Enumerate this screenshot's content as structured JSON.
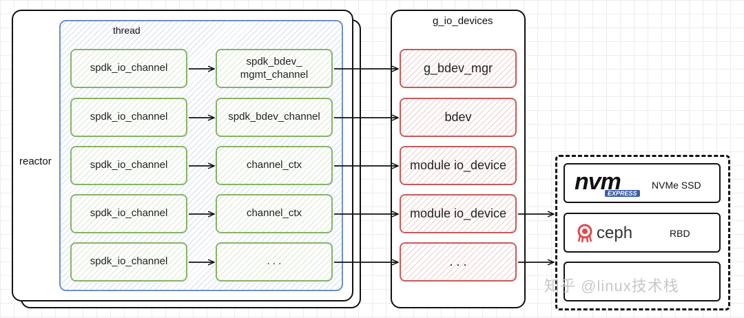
{
  "reactor": {
    "label": "reactor"
  },
  "thread": {
    "label": "thread"
  },
  "io_channels": [
    "spdk_io_channel",
    "spdk_io_channel",
    "spdk_io_channel",
    "spdk_io_channel",
    "spdk_io_channel"
  ],
  "channels": [
    "spdk_bdev_\nmgmt_channel",
    "spdk_bdev_channel",
    "channel_ctx",
    "channel_ctx",
    ". . ."
  ],
  "g_io_devices": {
    "label": "g_io_devices",
    "items": [
      "g_bdev_mgr",
      "bdev",
      "module io_device",
      "module io_device",
      ". . ."
    ]
  },
  "storage": {
    "nvme_logo": "nvm",
    "nvme_logo_sub": "EXPRESS",
    "nvme_label": "NVMe SSD",
    "ceph_logo": "ceph",
    "rbd_label": "RBD"
  },
  "watermark": "知乎 @linux技术栈",
  "colors": {
    "green_border": "#86b364",
    "red_border": "#c65a58",
    "blue_border": "#6d8fc4"
  }
}
